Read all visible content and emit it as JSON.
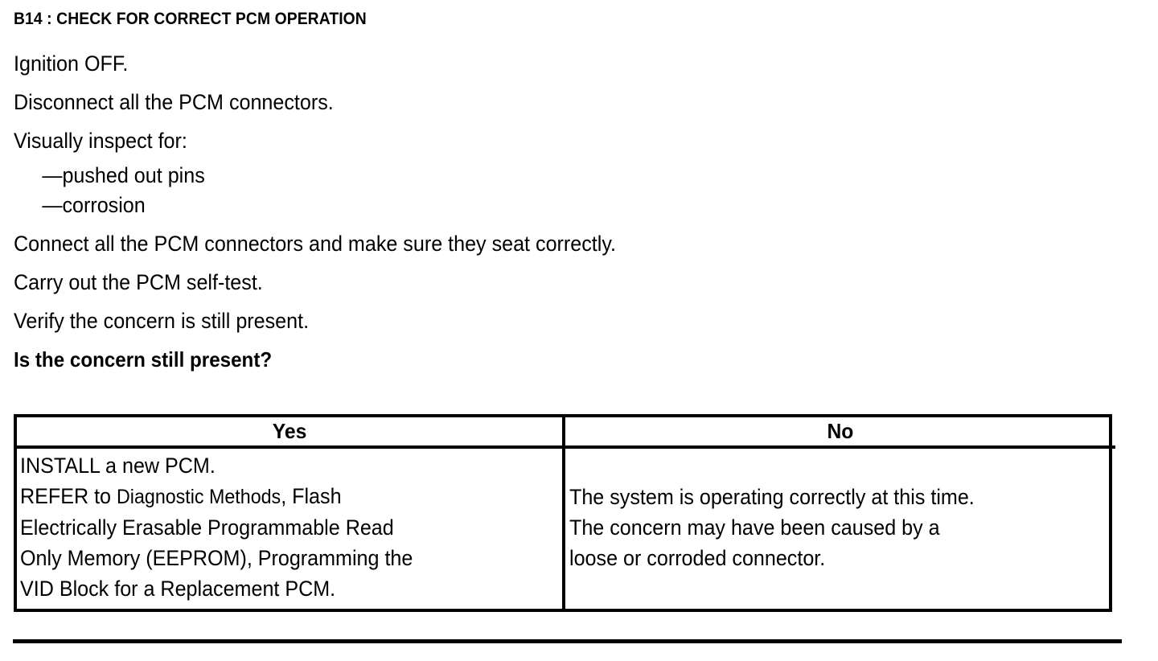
{
  "step": {
    "title": "B14 : CHECK FOR CORRECT PCM OPERATION"
  },
  "procedure": {
    "lines": [
      "Ignition OFF.",
      "Disconnect all the PCM connectors.",
      "Visually inspect for:"
    ],
    "inspect_items": [
      "—pushed out pins",
      "—corrosion"
    ],
    "lines_after": [
      "Connect all the PCM connectors and make sure they seat correctly.",
      "Carry out the PCM self-test.",
      "Verify the concern is still present."
    ],
    "question": "Is the concern still present?"
  },
  "decision_table": {
    "headers": {
      "yes": "Yes",
      "no": "No"
    },
    "yes_cell": {
      "lines": [
        "INSTALL a new PCM.",
        "REFER to Diagnostic Methods, Flash",
        "Electrically Erasable Programmable Read",
        "Only Memory  (EEPROM), Programming the",
        "VID Block for a Replacement PCM."
      ],
      "line2_prefix": "REFER to ",
      "line2_reference": "Diagnostic Methods",
      "line2_suffix": ", Flash"
    },
    "no_cell": {
      "lines": [
        "The system is operating correctly at this time.",
        "The concern may have been caused by a",
        "loose or corroded connector."
      ]
    }
  },
  "colors": {
    "ink": "#000000",
    "paper": "#ffffff"
  }
}
